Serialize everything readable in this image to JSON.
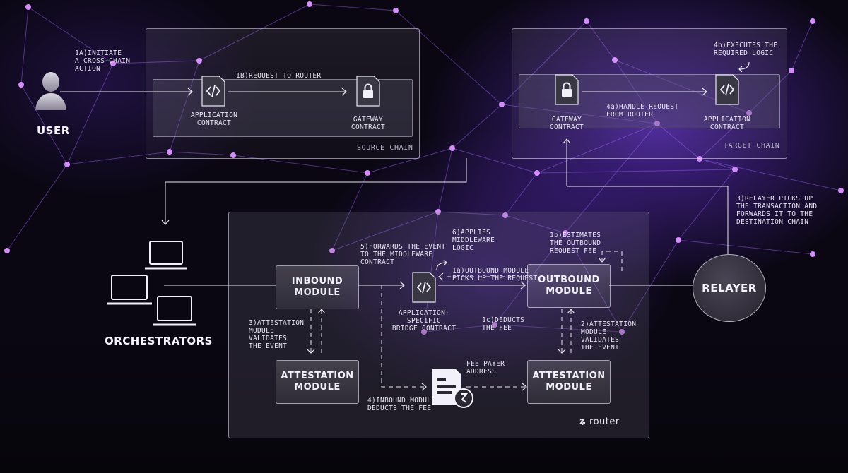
{
  "colors": {
    "background": "#07050d",
    "network": "#9a5cff",
    "node": "#d27cff",
    "line": "#e8e6ef"
  },
  "source_chain": {
    "label": "SOURCE CHAIN",
    "app_contract": "APPLICATION\nCONTRACT",
    "gateway": "GATEWAY\nCONTRACT"
  },
  "target_chain": {
    "label": "TARGET CHAIN",
    "app_contract": "APPLICATION\nCONTRACT",
    "gateway": "GATEWAY\nCONTRACT"
  },
  "steps": {
    "s1A": "1A)INITIATE\nA CROSS-CHAIN\nACTION",
    "s1B": "1B)REQUEST TO ROUTER",
    "s4a": "4a)HANDLE REQUEST\nFROM ROUTER",
    "s4b": "4b)EXECUTES THE\nREQUIRED LOGIC",
    "s3r": "3)RELAYER PICKS UP\nTHE TRANSACTION AND\nFORWARDS IT TO THE\nDESTINATION CHAIN",
    "s5": "5)FORWARDS THE EVENT\nTO THE MIDDLEWARE\nCONTRACT",
    "s6": "6)APPLIES\nMIDDLEWARE\nLOGIC",
    "s1b": "1b)ESTIMATES\nTHE OUTBOUND\nREQUEST FEE",
    "s1a": "1a)OUTBOUND MODULE\nPICKS UP THE REQUEST",
    "s1c": "1c)DEDUCTS\nTHE FEE",
    "s3a": "3)ATTESTATION\nMODULE\nVALIDATES\nTHE EVENT",
    "s2a": "2)ATTESTATION\nMODULE\nVALIDATES\nTHE EVENT",
    "s4i": "4)INBOUND MODULE\nDEDUCTS THE FEE"
  },
  "actors": {
    "user": "USER",
    "orchestrators": "ORCHESTRATORS",
    "relayer": "RELAYER"
  },
  "router": {
    "inbound": "INBOUND\nMODULE",
    "outbound": "OUTBOUND\nMODULE",
    "attestation_left": "ATTESTATION\nMODULE",
    "attestation_right": "ATTESTATION\nMODULE",
    "bridge": "APPLICATION-SPECIFIC\nBRIDGE CONTRACT",
    "fee_payer": "FEE PAYER\nADDRESS",
    "brand": "router"
  },
  "icons": [
    "user-icon",
    "code-icon",
    "lock-icon",
    "laptop-icon",
    "fee-document-icon",
    "router-logo-icon"
  ]
}
